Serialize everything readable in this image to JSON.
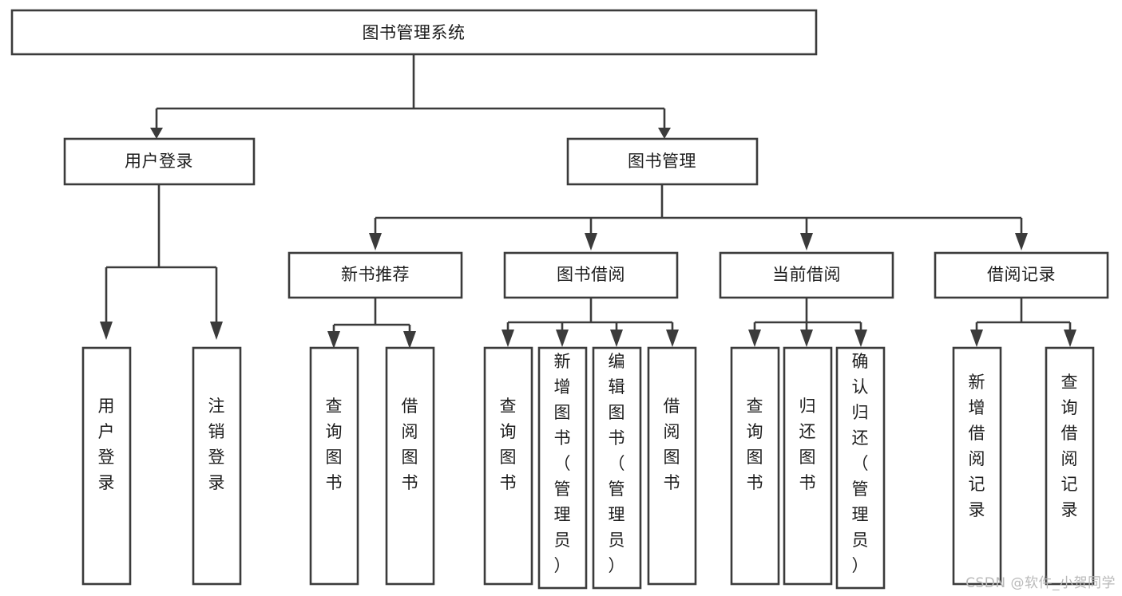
{
  "diagram": {
    "type": "tree",
    "title": "图书管理系统",
    "orientation": "top-down",
    "theme": {
      "background": "#ffffff",
      "box_fill": "#ffffff",
      "box_stroke": "#3b3b3b",
      "text_color": "#1d1d1d",
      "watermark_color": "#b9b9b9"
    },
    "root": {
      "label": "图书管理系统",
      "level": 1
    },
    "level2": [
      {
        "label": "用户登录"
      },
      {
        "label": "图书管理"
      }
    ],
    "level3": [
      {
        "label": "新书推荐"
      },
      {
        "label": "图书借阅"
      },
      {
        "label": "当前借阅"
      },
      {
        "label": "借阅记录"
      }
    ],
    "leaves": {
      "user_login": [
        "用户登录",
        "注销登录"
      ],
      "new_book_recommend": [
        "查询图书",
        "借阅图书"
      ],
      "book_borrow": [
        "查询图书",
        "新增图书（管理员）",
        "编辑图书（管理员）",
        "借阅图书"
      ],
      "current_borrow": [
        "查询图书",
        "归还图书",
        "确认归还（管理员）"
      ],
      "borrow_record": [
        "新增借阅记录",
        "查询借阅记录"
      ]
    },
    "edges": [
      {
        "from": "图书管理系统",
        "to": "用户登录"
      },
      {
        "from": "图书管理系统",
        "to": "图书管理"
      },
      {
        "from": "用户登录",
        "to": "用户登录"
      },
      {
        "from": "用户登录",
        "to": "注销登录"
      },
      {
        "from": "图书管理",
        "to": "新书推荐"
      },
      {
        "from": "图书管理",
        "to": "图书借阅"
      },
      {
        "from": "图书管理",
        "to": "当前借阅"
      },
      {
        "from": "图书管理",
        "to": "借阅记录"
      },
      {
        "from": "新书推荐",
        "to": "查询图书"
      },
      {
        "from": "新书推荐",
        "to": "借阅图书"
      },
      {
        "from": "图书借阅",
        "to": "查询图书"
      },
      {
        "from": "图书借阅",
        "to": "新增图书（管理员）"
      },
      {
        "from": "图书借阅",
        "to": "编辑图书（管理员）"
      },
      {
        "from": "图书借阅",
        "to": "借阅图书"
      },
      {
        "from": "当前借阅",
        "to": "查询图书"
      },
      {
        "from": "当前借阅",
        "to": "归还图书"
      },
      {
        "from": "当前借阅",
        "to": "确认归还（管理员）"
      },
      {
        "from": "借阅记录",
        "to": "新增借阅记录"
      },
      {
        "from": "借阅记录",
        "to": "查询借阅记录"
      }
    ]
  },
  "watermark": {
    "text": "CSDN @软件_小贺同学"
  }
}
